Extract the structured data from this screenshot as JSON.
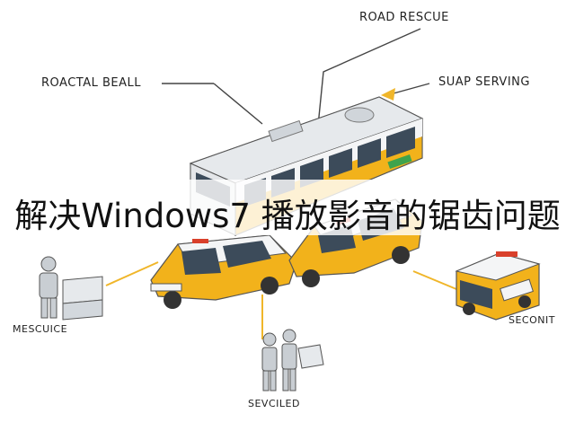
{
  "overlay_title": "解决Windows7 播放影音的锯齿问题",
  "labels": {
    "top_center": "ROAD RESCUE",
    "top_left": "ROACTAL BEALL",
    "top_right": "SUAP SERVING",
    "bottom_left": "MESCUICE",
    "bottom_center": "SEVCILED",
    "bottom_right": "SECONIT"
  },
  "colors": {
    "vehicle_yellow": "#f2b21b",
    "vehicle_white": "#f4f5f6",
    "window_dark": "#3c4b5a",
    "accent_green": "#3fa34d",
    "accent_red": "#d9402b",
    "line_grey": "#444444",
    "arrow_yellow": "#f0b62a"
  }
}
